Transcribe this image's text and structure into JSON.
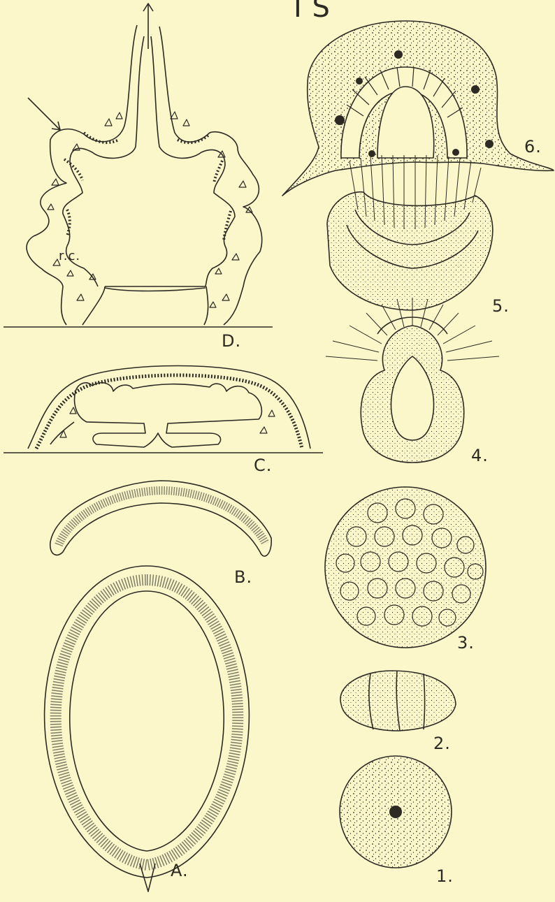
{
  "plate": {
    "header_fragment": "I S",
    "figures": [
      {
        "id": "D",
        "label": "D.",
        "annotation": "r.c."
      },
      {
        "id": "C",
        "label": "C."
      },
      {
        "id": "B",
        "label": "B."
      },
      {
        "id": "A",
        "label": "A."
      },
      {
        "id": "6",
        "label": "6."
      },
      {
        "id": "5",
        "label": "5."
      },
      {
        "id": "4",
        "label": "4."
      },
      {
        "id": "3",
        "label": "3."
      },
      {
        "id": "2",
        "label": "2."
      },
      {
        "id": "1",
        "label": "1."
      }
    ]
  },
  "colors": {
    "paper": "#fbf7cb",
    "ink": "#2c2a22"
  }
}
